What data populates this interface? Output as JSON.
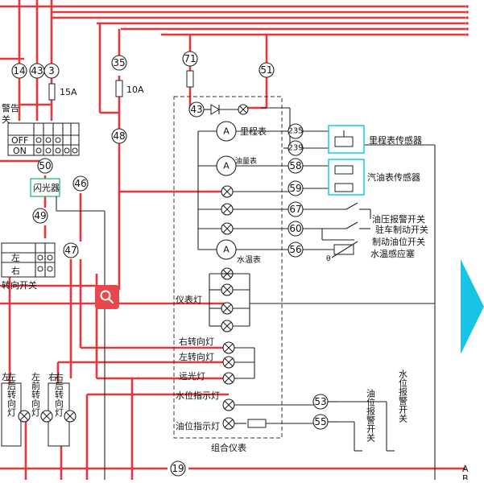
{
  "wire_numbers": [
    "14",
    "43",
    "3",
    "35",
    "71",
    "51",
    "50",
    "46",
    "49",
    "47",
    "48",
    "43",
    "235",
    "239",
    "58",
    "59",
    "67",
    "60",
    "56",
    "53",
    "55",
    "19"
  ],
  "fuses": {
    "fuse1": "15A",
    "fuse2": "10A"
  },
  "switch_panel": {
    "warning_label_1": "警告",
    "warning_label_2": "关",
    "off_label": "OFF",
    "on_label": "ON"
  },
  "flasher_label": "闪光器",
  "turn_switch": {
    "header": "转向开关",
    "left_label": "左",
    "right_label": "右",
    "caption": "转向开关"
  },
  "gauges": {
    "odometer": "里程表",
    "fuel_gauge": "油量表",
    "water_temp": "水温表"
  },
  "sensors": {
    "odometer_sensor": "里程表传感器",
    "fuel_sensor": "汽油表传感器"
  },
  "switches": {
    "oil_pressure": "油压报警开关",
    "parking_brake": "驻车制动开关",
    "brake_oil_level": "制动油位开关",
    "water_temp_plug": "水温感应塞"
  },
  "lamps": {
    "instrument_lamp": "仪表灯",
    "right_turn": "右转向灯",
    "left_turn": "左转向灯",
    "high_beam": "远光灯",
    "water_level": "水位指示灯",
    "oil_level": "油位指示灯"
  },
  "cluster_label": "组合仪表",
  "bottom_lamps": {
    "left_label": "左",
    "right_label": "右",
    "left_rear": "左后转向灯",
    "left_front": "左前转向灯",
    "right_rear": "右后转向灯"
  },
  "vertical_switches": {
    "oil_warning": "油位报警开关",
    "water_warning": "水位报警开关"
  },
  "edge_labels": {
    "a": "A",
    "b": "B"
  },
  "colors": {
    "wire_red": "#e8373b",
    "wire_black": "#222222",
    "highlight_cyan": "#00c8e8",
    "flasher_border": "#2ec27e",
    "zoom_button": "#e8484b",
    "nav_arrow": "#19c3e6"
  },
  "icons": {
    "zoom": "search-icon",
    "next": "chevron-right-icon"
  }
}
